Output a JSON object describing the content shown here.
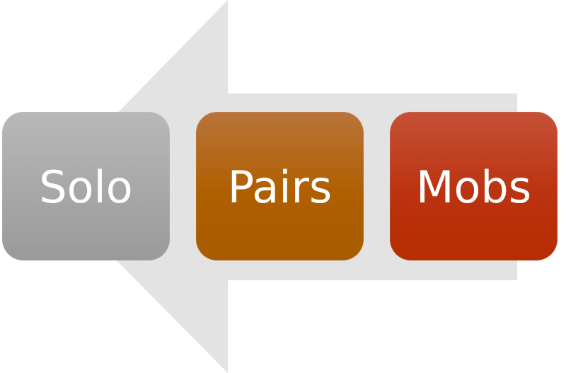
{
  "diagram": {
    "boxes": [
      {
        "label": "Solo",
        "color": "#a7a7a7"
      },
      {
        "label": "Pairs",
        "color": "#b05f00"
      },
      {
        "label": "Mobs",
        "color": "#bb3310"
      }
    ],
    "arrow_color": "#e3e3e3"
  }
}
